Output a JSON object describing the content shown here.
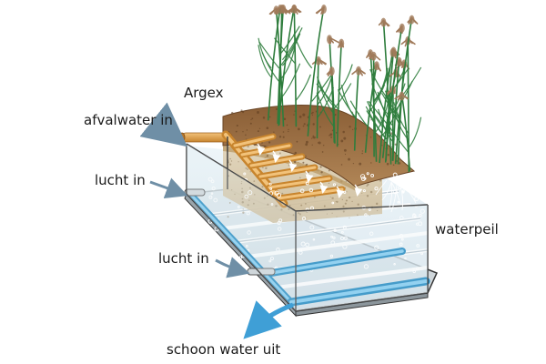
{
  "labels": {
    "argex": "Argex",
    "afvalwater_in": "afvalwater in",
    "lucht_in_top": "lucht in",
    "waterpeil": "waterpeil",
    "lucht_in_bottom": "lucht in",
    "schoon_water_uit": "schoon water uit"
  },
  "colors": {
    "arrow": "#6f8fa6",
    "outlet_arrow": "#3f9fd6",
    "soil": "#9a7046",
    "gravel": "#d8c8aa",
    "feed_pipe": "#e0a24a",
    "air_pipe": "#3aa3d6",
    "glass_edge": "#444444",
    "reed_green": "#2f7d3d",
    "reed_plume": "#a07a5a"
  },
  "icons": [
    "reed-plant",
    "water-bubbles",
    "flow-arrow"
  ]
}
